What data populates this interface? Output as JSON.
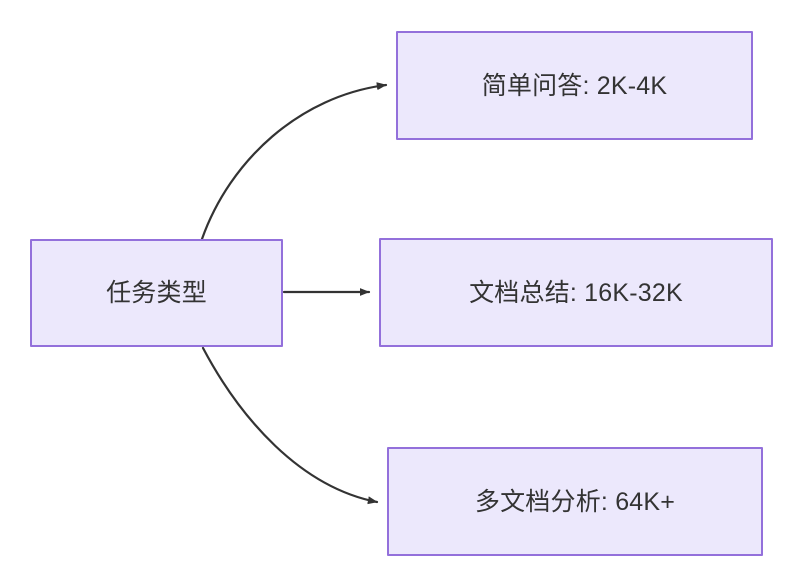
{
  "diagram": {
    "type": "flowchart",
    "direction": "left-to-right",
    "background_color": "#FFFFFF",
    "node_fill_color": "#ECE8FC",
    "node_border_color": "#9370DB",
    "node_text_color": "#333333",
    "edge_color": "#333333",
    "nodes": [
      {
        "id": "source",
        "label": "任务类型",
        "role": "root"
      },
      {
        "id": "simple",
        "label": "简单问答: 2K-4K",
        "role": "leaf"
      },
      {
        "id": "summary",
        "label": "文档总结: 16K-32K",
        "role": "leaf"
      },
      {
        "id": "multi",
        "label": "多文档分析: 64K+",
        "role": "leaf"
      }
    ],
    "edges": [
      {
        "id": "edge-source-simple",
        "from": "任务类型",
        "to": "简单问答: 2K-4K",
        "label": "",
        "shape": "curved",
        "arrowhead": "filled-triangle"
      },
      {
        "id": "edge-source-summary",
        "from": "任务类型",
        "to": "文档总结: 16K-32K",
        "label": "",
        "shape": "straight",
        "arrowhead": "filled-triangle"
      },
      {
        "id": "edge-source-multi",
        "from": "任务类型",
        "to": "多文档分析: 64K+",
        "label": "",
        "shape": "curved",
        "arrowhead": "filled-triangle"
      }
    ]
  }
}
